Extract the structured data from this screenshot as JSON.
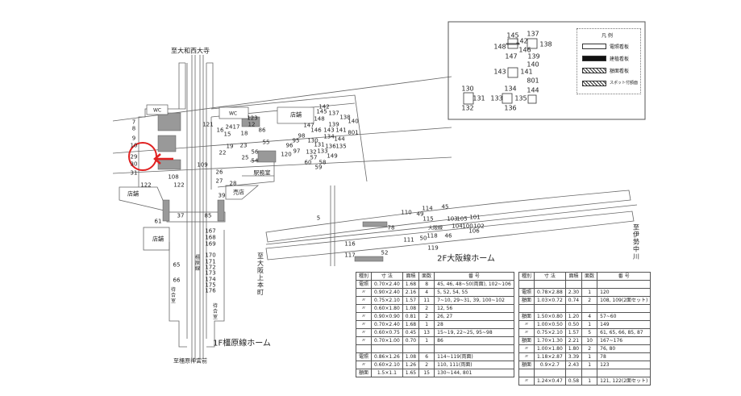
{
  "directions": {
    "north": "至大和西大寺",
    "south": "至橿原神宮前",
    "west_up": "至大阪上本町",
    "east": "至伊勢中川"
  },
  "platform_titles": {
    "kashihara": "1F橿原線ホーム",
    "osaka": "2F大阪線ホーム"
  },
  "places": {
    "wc": "WC",
    "shop": "店舗",
    "station_office": "駅務室",
    "kiosk": "売店",
    "waiting_room": "待合室",
    "kashihara_line": "橿原線",
    "osaka_line": "大阪線"
  },
  "legend": {
    "title": "凡 例",
    "items": [
      "電照看板",
      "建植看板",
      "額面看板",
      "スポット付額面"
    ]
  },
  "labels": [
    "7",
    "8",
    "9",
    "10",
    "29",
    "30",
    "31",
    "108",
    "122",
    "122",
    "121",
    "16",
    "24",
    "17",
    "15",
    "18",
    "19",
    "22",
    "23",
    "25",
    "109",
    "26",
    "27",
    "28",
    "39",
    "123",
    "12",
    "86",
    "55",
    "56",
    "54",
    "120",
    "98",
    "95",
    "96",
    "97",
    "130",
    "131",
    "132",
    "133",
    "134",
    "144",
    "136",
    "135",
    "149",
    "57",
    "60",
    "58",
    "59",
    "142",
    "145",
    "137",
    "148",
    "138",
    "139",
    "147",
    "146",
    "143",
    "141",
    "140",
    "801",
    "61",
    "37",
    "85",
    "167",
    "168",
    "169",
    "170",
    "171",
    "172",
    "173",
    "174",
    "175",
    "176",
    "65",
    "66",
    "5",
    "78",
    "110",
    "49",
    "114",
    "115",
    "45",
    "103",
    "105",
    "101",
    "104",
    "100",
    "102",
    "106",
    "111",
    "50",
    "118",
    "119",
    "46",
    "116",
    "117",
    "52",
    "145",
    "137",
    "142",
    "138",
    "148",
    "146",
    "147",
    "139",
    "140",
    "143",
    "141",
    "801",
    "130",
    "131",
    "132",
    "134",
    "133",
    "135",
    "136",
    "144"
  ],
  "table_left": {
    "headers": [
      "種別",
      "寸 法",
      "面積",
      "面数",
      "番 号"
    ],
    "rows": [
      [
        "電照",
        "0.70×2.40",
        "1.68",
        "8",
        "45, 46, 48~50(両面), 102~106"
      ],
      [
        "〃",
        "0.90×2.40",
        "2.16",
        "4",
        "5, 52, 54, 55"
      ],
      [
        "〃",
        "0.75×2.10",
        "1.57",
        "11",
        "7~10, 29~31, 39, 100~102"
      ],
      [
        "〃",
        "0.60×1.80",
        "1.08",
        "2",
        "12, 56"
      ],
      [
        "〃",
        "0.90×0.90",
        "0.81",
        "2",
        "26, 27"
      ],
      [
        "〃",
        "0.70×2.40",
        "1.68",
        "1",
        "28"
      ],
      [
        "〃",
        "0.60×0.75",
        "0.45",
        "13",
        "15~19, 22~25, 95~98"
      ],
      [
        "〃",
        "0.70×1.00",
        "0.70",
        "1",
        "86"
      ],
      [
        "",
        "",
        "",
        "",
        ""
      ],
      [
        "電照",
        "0.86×1.26",
        "1.08",
        "6",
        "114~119(両面)"
      ],
      [
        "〃",
        "0.60×2.10",
        "1.26",
        "2",
        "110, 111(両面)"
      ],
      [
        "額面",
        "1.5×1.1",
        "1.65",
        "15",
        "130~144, 801"
      ]
    ]
  },
  "table_right": {
    "headers": [
      "種別",
      "寸 法",
      "面積",
      "面数",
      "番 号"
    ],
    "rows": [
      [
        "",
        "",
        "",
        "",
        ""
      ],
      [
        "電照",
        "0.78×2.88",
        "2.30",
        "1",
        "120"
      ],
      [
        "額面",
        "1.03×0.72",
        "0.74",
        "2",
        "108, 109(2面セット)"
      ],
      [
        "",
        "",
        "",
        "",
        ""
      ],
      [
        "額面",
        "1.50×0.80",
        "1.20",
        "4",
        "57~60"
      ],
      [
        "〃",
        "1.00×0.50",
        "0.50",
        "1",
        "149"
      ],
      [
        "〃",
        "0.75×2.10",
        "1.57",
        "5",
        "61, 65, 66, 85, 87"
      ],
      [
        "額面",
        "1.70×1.30",
        "2.21",
        "10",
        "167~176"
      ],
      [
        "〃",
        "1.00×1.80",
        "1.80",
        "2",
        "76, 80"
      ],
      [
        "〃",
        "1.18×2.87",
        "3.39",
        "1",
        "78"
      ],
      [
        "額面",
        "0.9×2.7",
        "2.43",
        "1",
        "123"
      ],
      [
        "",
        "",
        "",
        "",
        ""
      ],
      [
        "〃",
        "1.24×0.47",
        "0.58",
        "1",
        "121, 122(2面セット)"
      ]
    ]
  },
  "colors": {
    "highlight": "#e02020",
    "line": "#555555",
    "stair": "#999999"
  }
}
